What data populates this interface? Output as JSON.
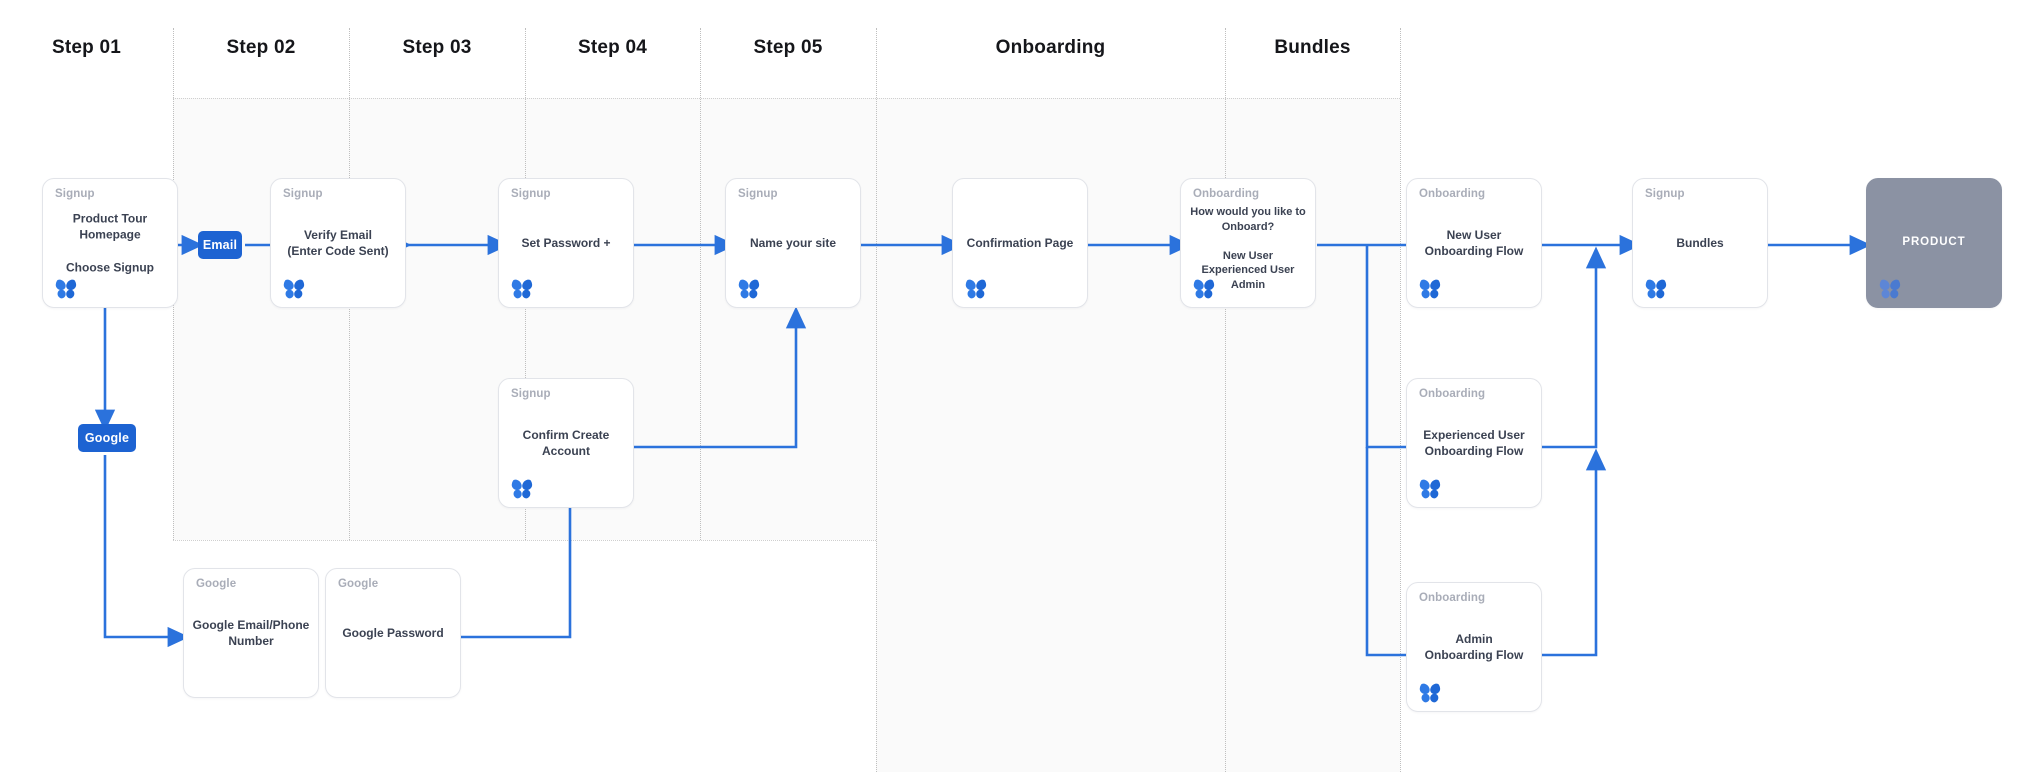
{
  "diagram": {
    "title_row": {
      "lanes": [
        {
          "label": "Step 01"
        },
        {
          "label": "Step 02"
        },
        {
          "label": "Step 03"
        },
        {
          "label": "Step 04"
        },
        {
          "label": "Step 05"
        },
        {
          "label": "Onboarding"
        },
        {
          "label": "Bundles"
        }
      ]
    },
    "colors": {
      "accent": "#1d63d2",
      "arrow": "#2b72dc",
      "card_border": "#e2e4e9",
      "card_bg": "#ffffff",
      "category_text": "#a9adb8",
      "body_text": "#3b4252",
      "lane_shade": "#fafafa",
      "lane_divider": "#bfbfbf",
      "product_bg": "#8b92a3",
      "product_text": "#ffffff"
    },
    "nodes": [
      {
        "id": "product-tour",
        "category": "Signup",
        "body": "Product Tour\nHomepage\n\nChoose Signup",
        "glyph": "butterfly-icon"
      },
      {
        "id": "verify-email",
        "category": "Signup",
        "body": "Verify Email\n(Enter Code Sent)",
        "glyph": "butterfly-icon"
      },
      {
        "id": "set-password",
        "category": "Signup",
        "body": "Set Password +",
        "glyph": "butterfly-icon"
      },
      {
        "id": "name-your-site",
        "category": "Signup",
        "body": "Name your site",
        "glyph": "butterfly-icon"
      },
      {
        "id": "confirmation-page",
        "category": "",
        "body": "Confirmation Page",
        "glyph": "butterfly-icon"
      },
      {
        "id": "how-onboard",
        "category": "Onboarding",
        "body": "How would you like to\nOnboard?\n\nNew User\nExperienced User\nAdmin",
        "glyph": "butterfly-icon"
      },
      {
        "id": "new-user-flow",
        "category": "Onboarding",
        "body": "New User\nOnboarding Flow",
        "glyph": "butterfly-icon"
      },
      {
        "id": "bundles",
        "category": "Signup",
        "body": "Bundles",
        "glyph": "butterfly-icon"
      },
      {
        "id": "product",
        "category": "",
        "body": "PRODUCT",
        "glyph": "butterfly-icon"
      },
      {
        "id": "confirm-create",
        "category": "Signup",
        "body": "Confirm Create\nAccount",
        "glyph": "butterfly-icon"
      },
      {
        "id": "experienced-flow",
        "category": "Onboarding",
        "body": "Experienced User\nOnboarding Flow",
        "glyph": "butterfly-icon"
      },
      {
        "id": "google-email",
        "category": "Google",
        "body": "Google Email/Phone\nNumber",
        "glyph": ""
      },
      {
        "id": "google-password",
        "category": "Google",
        "body": "Google Password",
        "glyph": ""
      },
      {
        "id": "admin-flow",
        "category": "Onboarding",
        "body": "Admin\nOnboarding Flow",
        "glyph": "butterfly-icon"
      }
    ],
    "edge_labels": [
      {
        "id": "email-pill",
        "label": "Email"
      },
      {
        "id": "google-pill",
        "label": "Google"
      }
    ]
  }
}
